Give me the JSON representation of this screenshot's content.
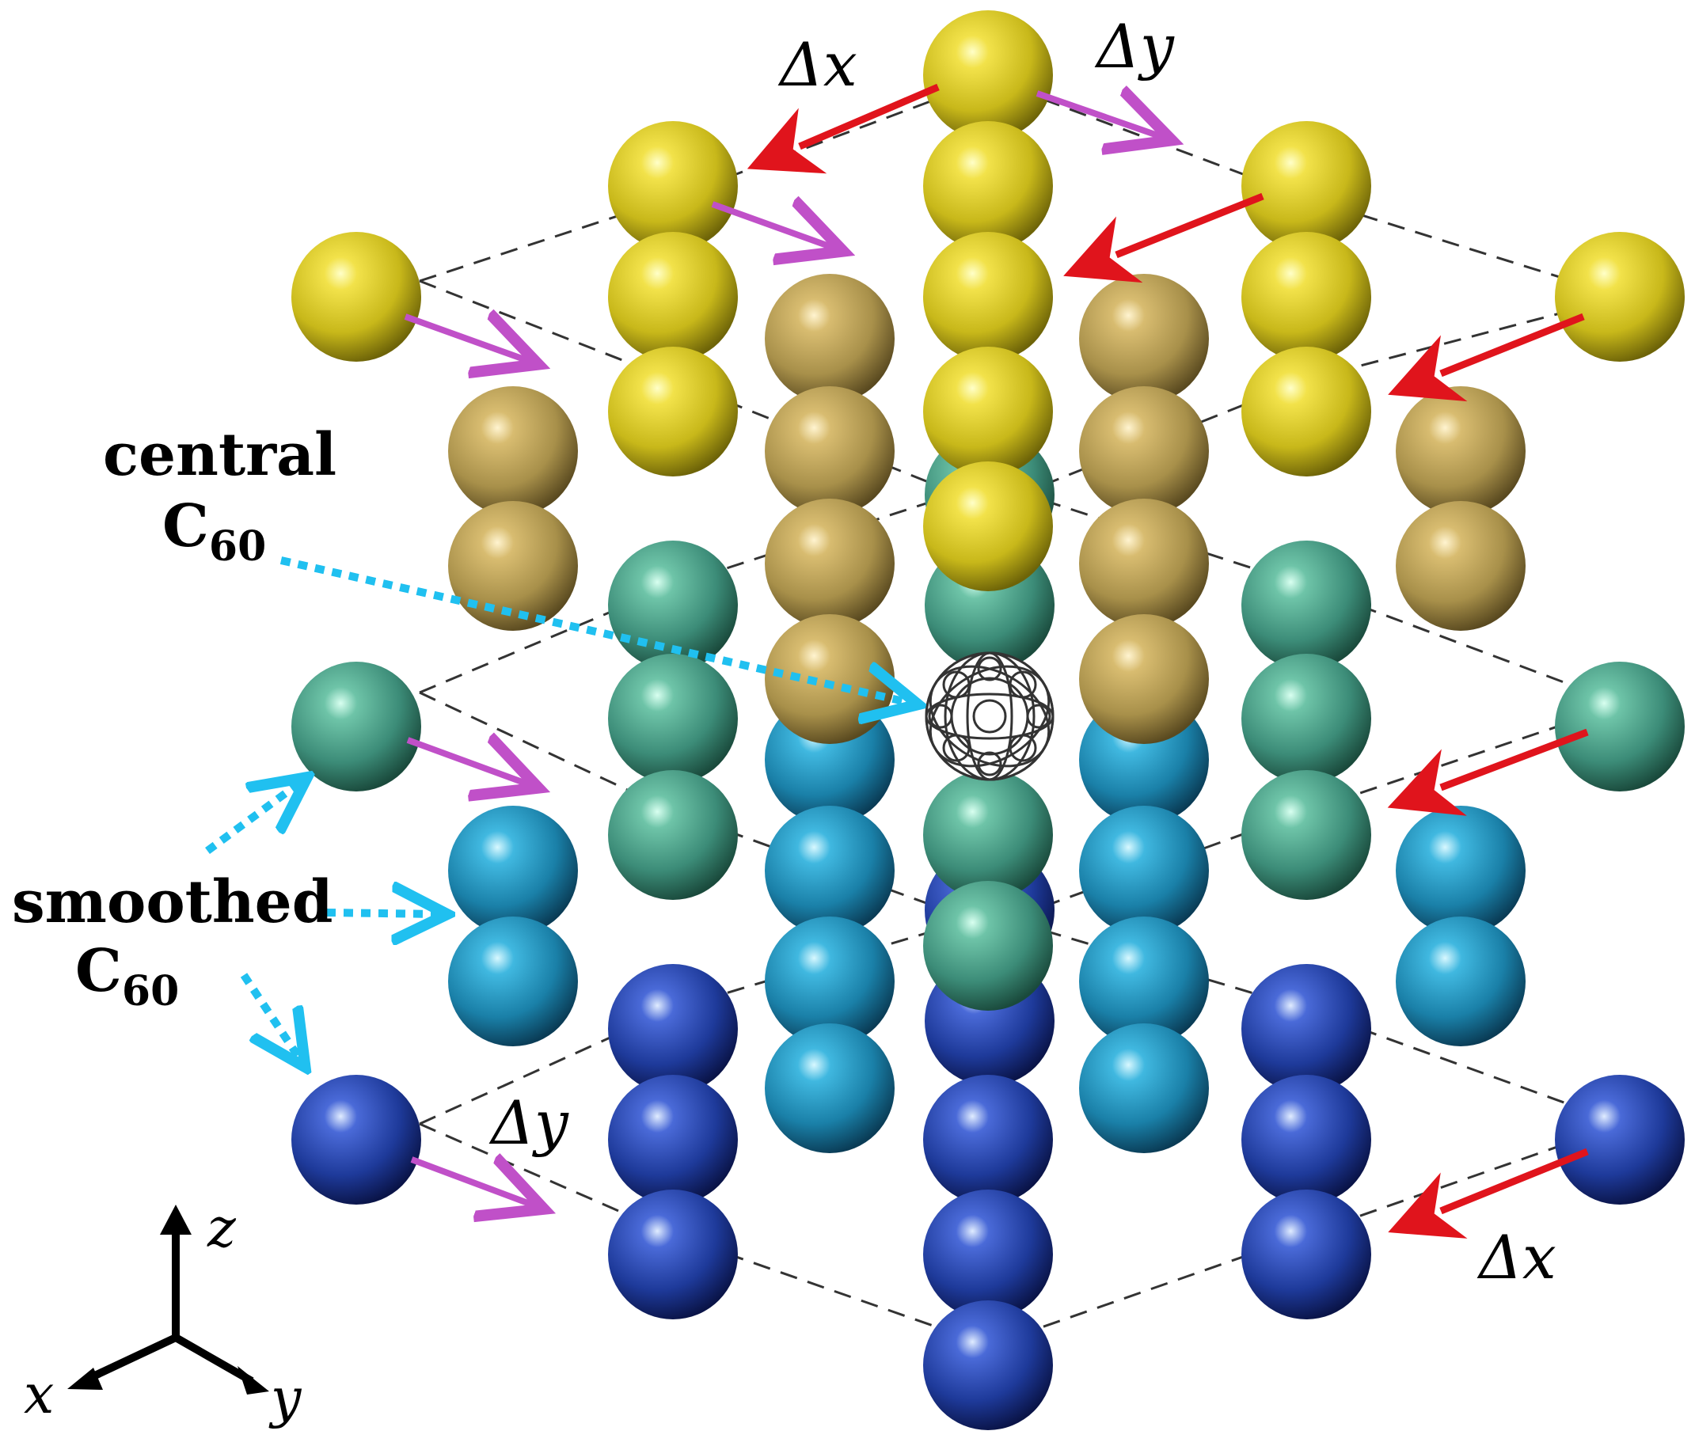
{
  "labels": {
    "central_line1": "central",
    "central_c": "C",
    "central_sub": "60",
    "smoothed_line1": "smoothed",
    "smoothed_c": "C",
    "smoothed_sub": "60",
    "dx_top": "Δx",
    "dy_top": "Δy",
    "dy_bottom": "Δy",
    "dx_bottom": "Δx",
    "axis_z": "z",
    "axis_x": "x",
    "axis_y": "y"
  },
  "colors": {
    "layer_yellow": "#c8b81a",
    "layer_olive": "#a8904a",
    "layer_teal": "#3c8c78",
    "layer_cyan": "#1a80a8",
    "layer_blue": "#1e3a9a",
    "arrow_dx": "#e0141c",
    "arrow_dy": "#c050c8",
    "pointer": "#20c0f0",
    "lattice_lines": "#333333"
  }
}
